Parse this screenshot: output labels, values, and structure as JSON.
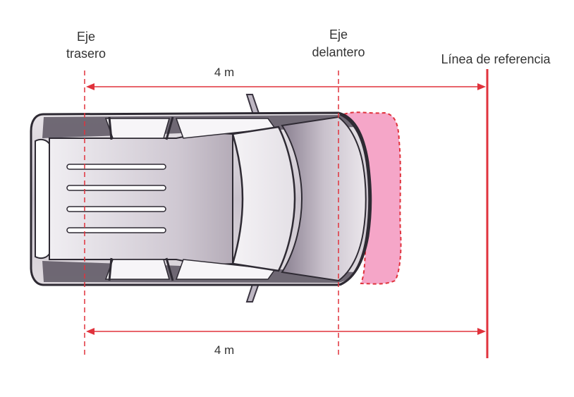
{
  "labels": {
    "rear_axle": [
      "Eje",
      "trasero"
    ],
    "front_axle": [
      "Eje",
      "delantero"
    ],
    "reference_line": "Línea de referencia",
    "top_distance": "4 m",
    "bottom_distance": "4 m"
  },
  "colors": {
    "accent_red": "#e0323c",
    "overhang_fill": "#f5a6c8",
    "text": "#333333"
  }
}
